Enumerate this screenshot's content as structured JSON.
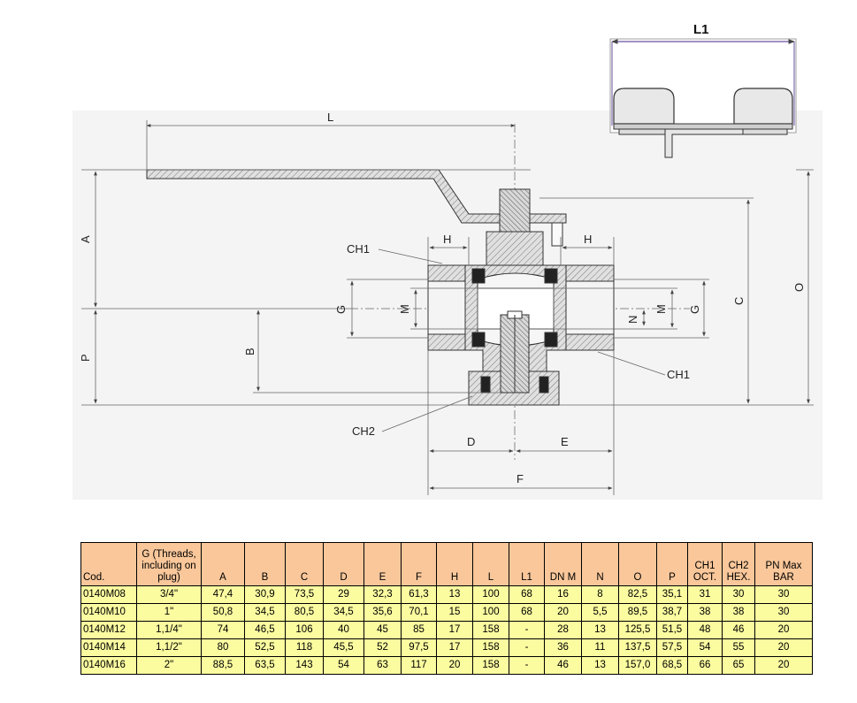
{
  "drawing": {
    "labels": {
      "L": "L",
      "L1": "L1",
      "A": "A",
      "P": "P",
      "B": "B",
      "C": "C",
      "O": "O",
      "G_left": "G",
      "M_left": "M",
      "G_right": "G",
      "M_right": "M",
      "N": "N",
      "H_left": "H",
      "H_right": "H",
      "CH1_top": "CH1",
      "CH1_bottom": "CH1",
      "CH2": "CH2",
      "D": "D",
      "E": "E",
      "F": "F"
    }
  },
  "table": {
    "headers": [
      "Cod.",
      "G (Threads, including on plug)",
      "A",
      "B",
      "C",
      "D",
      "E",
      "F",
      "H",
      "L",
      "L1",
      "DN M",
      "N",
      "O",
      "P",
      "CH1 OCT.",
      "CH2 HEX.",
      "PN Max BAR"
    ],
    "rows": [
      [
        "0140M08",
        "3/4\"",
        "47,4",
        "30,9",
        "73,5",
        "29",
        "32,3",
        "61,3",
        "13",
        "100",
        "68",
        "16",
        "8",
        "82,5",
        "35,1",
        "31",
        "30",
        "30"
      ],
      [
        "0140M10",
        "1\"",
        "50,8",
        "34,5",
        "80,5",
        "34,5",
        "35,6",
        "70,1",
        "15",
        "100",
        "68",
        "20",
        "5,5",
        "89,5",
        "38,7",
        "38",
        "38",
        "30"
      ],
      [
        "0140M12",
        "1,1/4\"",
        "74",
        "46,5",
        "106",
        "40",
        "45",
        "85",
        "17",
        "158",
        "-",
        "28",
        "13",
        "125,5",
        "51,5",
        "48",
        "46",
        "20"
      ],
      [
        "0140M14",
        "1,1/2\"",
        "80",
        "52,5",
        "118",
        "45,5",
        "52",
        "97,5",
        "17",
        "158",
        "-",
        "36",
        "11",
        "137,5",
        "57,5",
        "54",
        "55",
        "20"
      ],
      [
        "0140M16",
        "2\"",
        "88,5",
        "63,5",
        "143",
        "54",
        "63",
        "117",
        "20",
        "158",
        "-",
        "46",
        "13",
        "157,0",
        "68,5",
        "66",
        "65",
        "20"
      ]
    ]
  }
}
